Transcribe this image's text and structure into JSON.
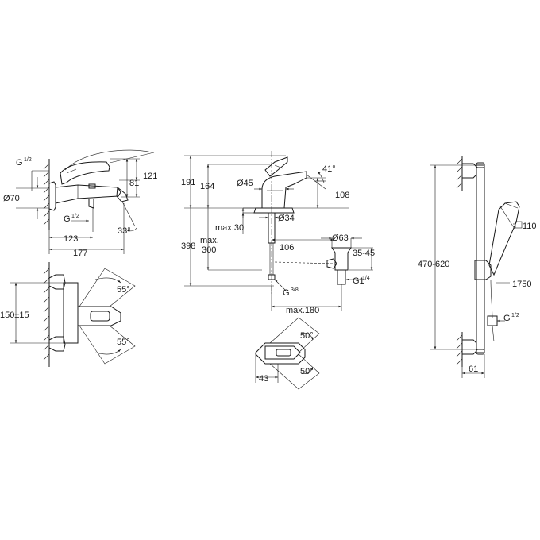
{
  "bath_mixer": {
    "side": {
      "thread_label": "G",
      "thread_frac": "1/2",
      "dia": "Ø70",
      "h_121": "121",
      "h_81": "81",
      "thread2_label": "G",
      "thread2_frac": "1/2",
      "w_123": "123",
      "w_177": "177",
      "angle": "33°"
    },
    "top": {
      "spacing": "150±15",
      "angle_top": "55°",
      "angle_bottom": "55°"
    }
  },
  "basin_mixer": {
    "side": {
      "h_191": "191",
      "h_164": "164",
      "dia45": "Ø45",
      "angle": "41°",
      "h_108": "108",
      "max30": "max.30",
      "dia34": "Ø34",
      "h_398": "398",
      "max_label": "max.",
      "max_val": "300",
      "w_106": "106",
      "dia63": "Ø63",
      "range": "35-45",
      "g38_label": "G",
      "g38_frac": "3/8",
      "g114_label": "G1",
      "g114_frac": "1/4",
      "max180": "max.180"
    },
    "top": {
      "angle_top": "50°",
      "w_43": "43",
      "angle_bottom": "50°"
    }
  },
  "shower_set": {
    "head_size": "110",
    "rail_range": "470-620",
    "hose_len": "1750",
    "thread_label": "G",
    "thread_frac": "1/2",
    "depth": "61"
  }
}
